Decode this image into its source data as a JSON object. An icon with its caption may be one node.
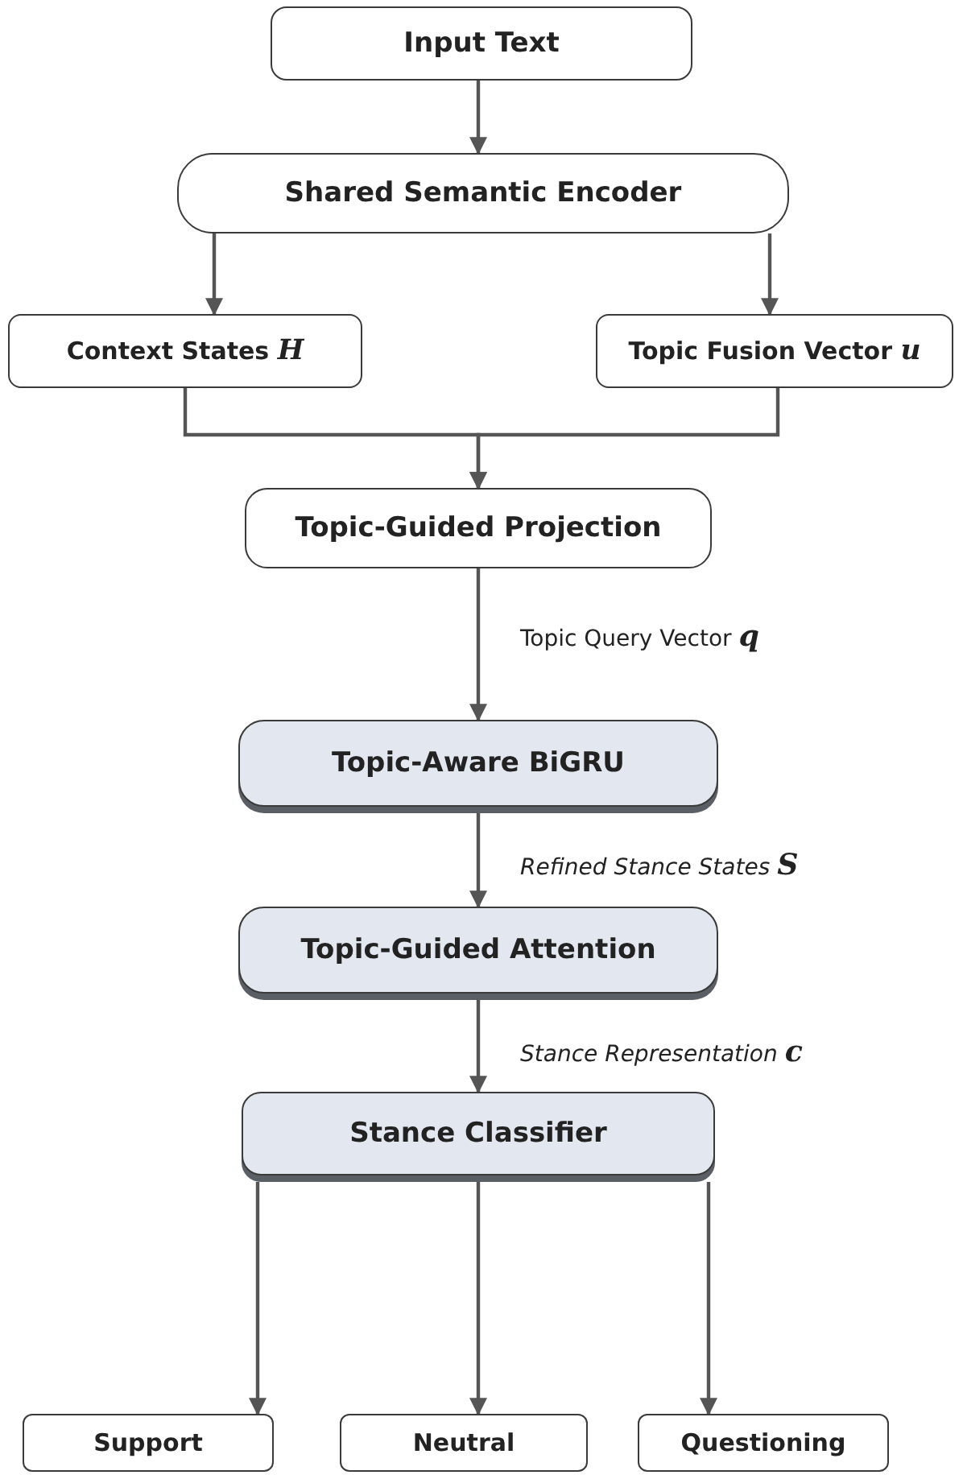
{
  "diagram": {
    "nodes": [
      {
        "text": [
          "Input Text"
        ]
      },
      {
        "text": [
          "Shared Semantic Encoder"
        ]
      },
      {
        "text": [
          "Context States *H*"
        ]
      },
      {
        "text": [
          "Topic Fusion Vector *u*"
        ]
      },
      {
        "text": [
          "Topic-Guided Projection"
        ]
      },
      {
        "text": [
          "Topic-Aware BiGRU"
        ]
      },
      {
        "text": [
          "Topic-Guided Attention"
        ]
      },
      {
        "text": [
          "Stance Classifier"
        ]
      },
      {
        "text": [
          "Support"
        ]
      },
      {
        "text": [
          "Neutral"
        ]
      },
      {
        "text": [
          "Questioning"
        ]
      }
    ],
    "edges": [
      {
        "from": 0,
        "to": 1,
        "arrow": "to"
      },
      {
        "from": 1,
        "to": 2,
        "arrow": "to"
      },
      {
        "from": 1,
        "to": 3,
        "arrow": "to"
      },
      {
        "from": 2,
        "to": 4,
        "arrow": "to"
      },
      {
        "from": 3,
        "to": 4,
        "arrow": "to"
      },
      {
        "from": 4,
        "to": 5,
        "arrow": "to",
        "label": "Topic Query Vector *q*"
      },
      {
        "from": 5,
        "to": 6,
        "arrow": "to",
        "label": "Refined Stance States *S*"
      },
      {
        "from": 6,
        "to": 7,
        "arrow": "to",
        "label": "Stance Representation *c*"
      },
      {
        "from": 7,
        "to": 8,
        "arrow": "to"
      },
      {
        "from": 7,
        "to": 9,
        "arrow": "to"
      },
      {
        "from": 7,
        "to": 10,
        "arrow": "to"
      }
    ]
  }
}
